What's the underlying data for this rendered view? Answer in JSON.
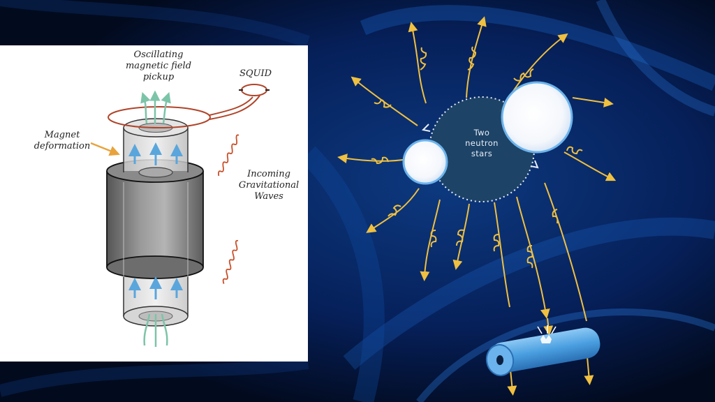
{
  "left_panel": {
    "pickup_label_line1": "Oscillating",
    "pickup_label_line2": "magnetic field",
    "pickup_label_line3": "pickup",
    "squid_label": "SQUID",
    "magnet_label_line1": "Magnet",
    "magnet_label_line2": "deformation",
    "waves_label_line1": "Incoming",
    "waves_label_line2": "Gravitational",
    "waves_label_line3": "Waves"
  },
  "right_panel": {
    "stars_label_line1": "Two",
    "stars_label_line2": "neutron",
    "stars_label_line3": "stars"
  },
  "colors": {
    "background": "#05112e",
    "wave_arrow": "#f0c040",
    "orbit_fill": "#1f4466",
    "detector": "#4a9fe0",
    "field_lines": "#7cc4a8",
    "flux_arrows": "#5aa6dc",
    "coil": "#b0442a",
    "deformation_arrow": "#e8a33c"
  }
}
